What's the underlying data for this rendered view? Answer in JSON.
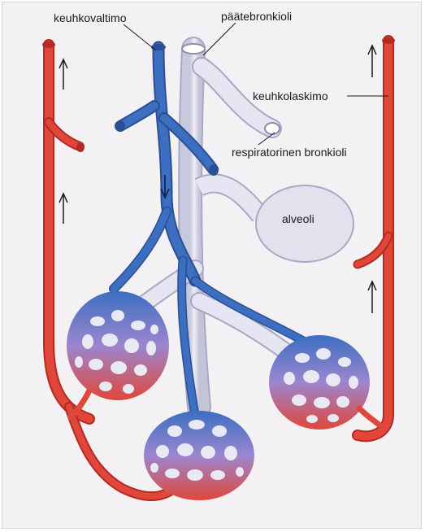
{
  "labels": {
    "pulmonary_artery": "keuhkovaltimo",
    "terminal_bronchiole": "päätebronkioli",
    "pulmonary_vein": "keuhkolaskimo",
    "respiratory_bronchiole": "respiratorinen bronkioli",
    "alveolus": "alveoli"
  },
  "colors": {
    "artery": "#3c6fc0",
    "artery_dark": "#2a4f94",
    "vein": "#e0473a",
    "vein_dark": "#b32a22",
    "airway": "#dcdceb",
    "airway_edge": "#a8a8c4",
    "sac_mid": "#a58fd0",
    "background": "#f4f1f4"
  }
}
